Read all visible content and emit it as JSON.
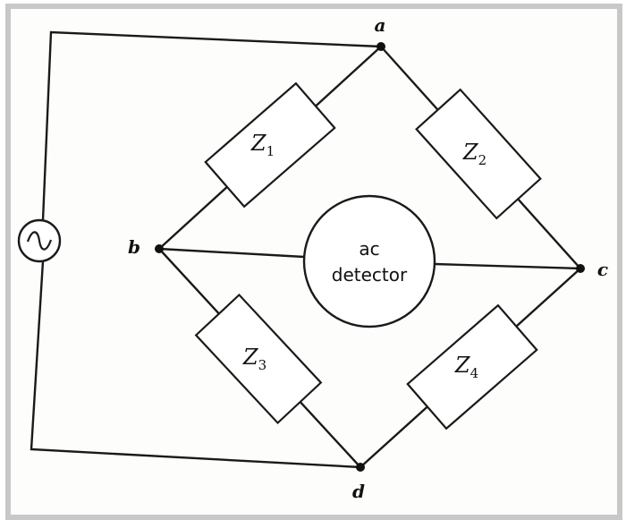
{
  "nodes": {
    "a": "a",
    "b": "b",
    "c": "c",
    "d": "d"
  },
  "impedances": [
    {
      "letter": "Z",
      "sub": "1"
    },
    {
      "letter": "Z",
      "sub": "2"
    },
    {
      "letter": "Z",
      "sub": "3"
    },
    {
      "letter": "Z",
      "sub": "4"
    }
  ],
  "detector": {
    "line1": "ac",
    "line2": "detector"
  },
  "source": {
    "symbol": "~"
  }
}
